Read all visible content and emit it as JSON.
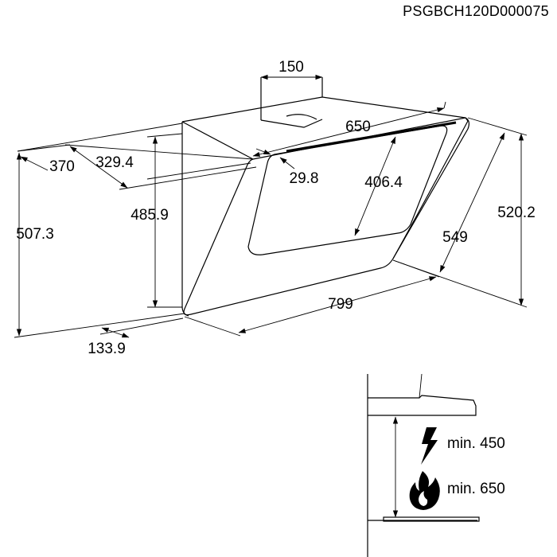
{
  "model_code": "PSGBCH120D000075",
  "dimensions": {
    "duct_width": "150",
    "hood_width": "650",
    "depth_top": "370",
    "offset_329": "329.4",
    "offset_29": "29.8",
    "height_406": "406.4",
    "height_485": "485.9",
    "total_height": "507.3",
    "height_520": "520.2",
    "diagonal_549": "549",
    "bottom_width": "799",
    "depth_bottom": "133.9"
  },
  "clearance": {
    "electric_label": "min. 450",
    "gas_label": "min. 650",
    "electric_icon": "lightning-icon",
    "gas_icon": "flame-icon"
  }
}
